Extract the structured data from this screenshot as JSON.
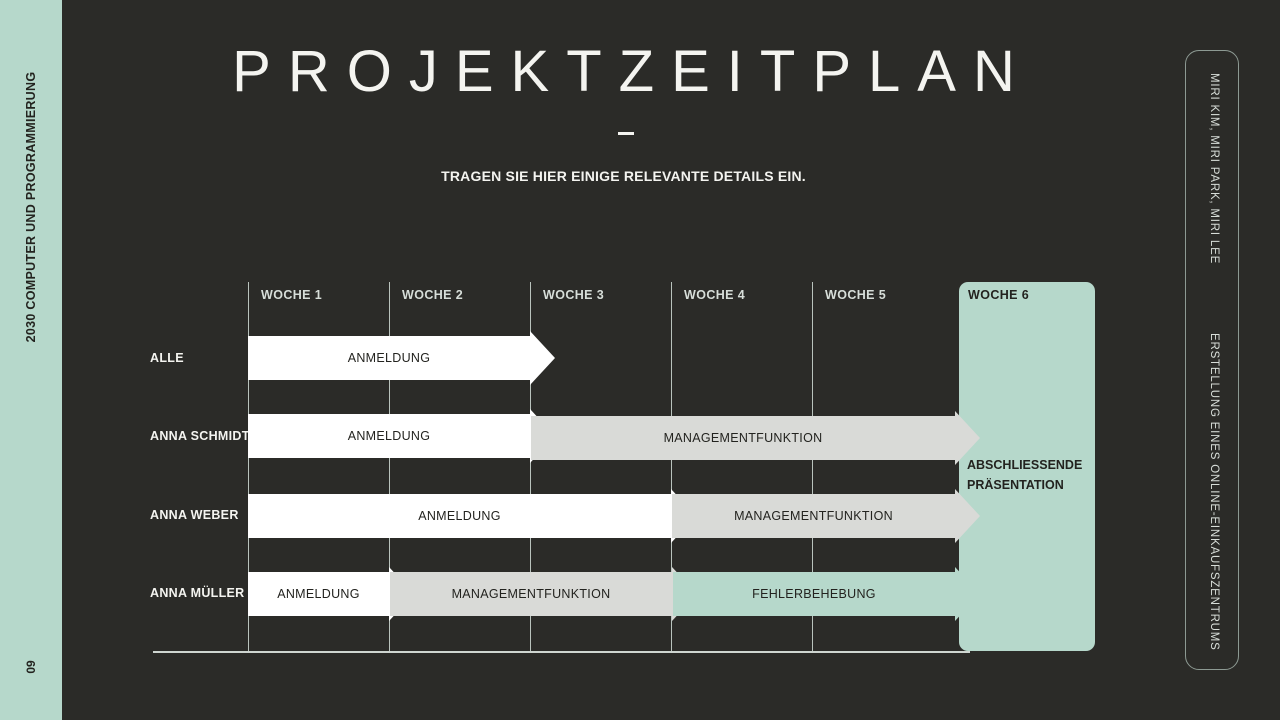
{
  "theme": {
    "background": "#2b2b28",
    "mint": "#b6d8cb",
    "light": "#f4f4f0",
    "grey_bar": "#d9dad7",
    "white_bar": "#ffffff"
  },
  "left_sidebar": {
    "title": "2030 COMPUTER UND PROGRAMMIERUNG",
    "page_number": "09"
  },
  "right_sidebar": {
    "authors": "MIRI KIM, MIRI PARK, MIRI LEE",
    "subject": "ERSTELLUNG EINES ONLINE-EINKAUFSZENTRUMS"
  },
  "header": {
    "title": "PROJEKTZEITPLAN",
    "subtitle": "TRAGEN SIE HIER EINIGE RELEVANTE DETAILS EIN."
  },
  "chart_data": {
    "type": "bar",
    "title": "PROJEKTZEITPLAN",
    "subtitle": "TRAGEN SIE HIER EINIGE RELEVANTE DETAILS EIN.",
    "categories": [
      "WOCHE 1",
      "WOCHE 2",
      "WOCHE 3",
      "WOCHE 4",
      "WOCHE 5",
      "WOCHE 6"
    ],
    "rows": [
      "ALLE",
      "ANNA SCHMIDT",
      "ANNA WEBER",
      "ANNA MÜLLER"
    ],
    "xlabel": "",
    "ylabel": "",
    "grid": true,
    "legend": "none",
    "highlight_column": {
      "label": "WOCHE 6",
      "text": "ABSCHLIESSENDE PRÄSENTATION",
      "color": "#b6d8cb"
    },
    "series": [
      {
        "name": "ALLE",
        "tasks": [
          {
            "label": "ANMELDUNG",
            "start_week": 1,
            "end_week": 2,
            "color": "#ffffff"
          }
        ]
      },
      {
        "name": "ANNA SCHMIDT",
        "tasks": [
          {
            "label": "ANMELDUNG",
            "start_week": 1,
            "end_week": 2,
            "color": "#ffffff"
          },
          {
            "label": "MANAGEMENTFUNKTION",
            "start_week": 3,
            "end_week": 5,
            "color": "#d9dad7"
          }
        ]
      },
      {
        "name": "ANNA WEBER",
        "tasks": [
          {
            "label": "ANMELDUNG",
            "start_week": 1,
            "end_week": 3,
            "color": "#ffffff"
          },
          {
            "label": "MANAGEMENTFUNKTION",
            "start_week": 4,
            "end_week": 5,
            "color": "#d9dad7"
          }
        ]
      },
      {
        "name": "ANNA MÜLLER",
        "tasks": [
          {
            "label": "ANMELDUNG",
            "start_week": 1,
            "end_week": 1,
            "color": "#ffffff"
          },
          {
            "label": "MANAGEMENTFUNKTION",
            "start_week": 2,
            "end_week": 3,
            "color": "#d9dad7"
          },
          {
            "label": "FEHLERBEHEBUNG",
            "start_week": 4,
            "end_week": 5,
            "color": "#b6d8cb"
          }
        ]
      }
    ]
  },
  "columns": [
    {
      "label": "WOCHE 1"
    },
    {
      "label": "WOCHE 2"
    },
    {
      "label": "WOCHE 3"
    },
    {
      "label": "WOCHE 4"
    },
    {
      "label": "WOCHE 5"
    },
    {
      "label": "WOCHE 6"
    }
  ],
  "rows": [
    {
      "label": "ALLE"
    },
    {
      "label": "ANNA SCHMIDT"
    },
    {
      "label": "ANNA WEBER"
    },
    {
      "label": "ANNA MÜLLER"
    }
  ],
  "bars": [
    {
      "label": "ANMELDUNG"
    },
    {
      "label": "ANMELDUNG"
    },
    {
      "label": "MANAGEMENTFUNKTION"
    },
    {
      "label": "ANMELDUNG"
    },
    {
      "label": "MANAGEMENTFUNKTION"
    },
    {
      "label": "ANMELDUNG"
    },
    {
      "label": "MANAGEMENTFUNKTION"
    },
    {
      "label": "FEHLERBEHEBUNG"
    }
  ],
  "week6": {
    "label": "WOCHE 6",
    "text": "ABSCHLIESSENDE PRÄSENTATION"
  }
}
